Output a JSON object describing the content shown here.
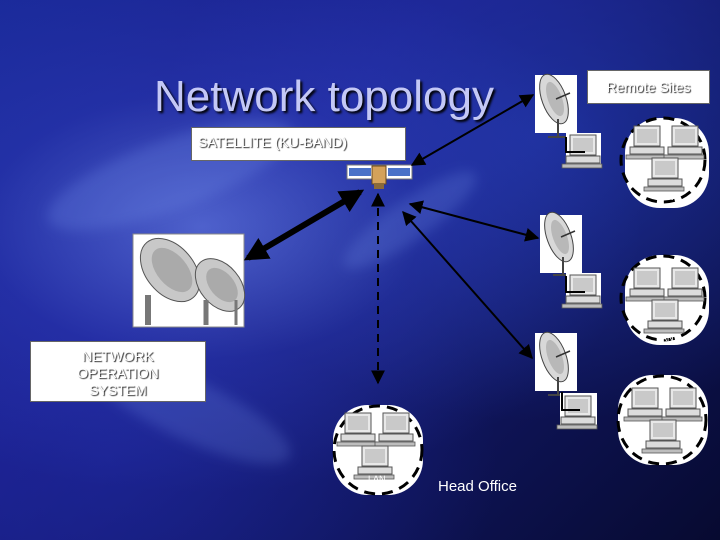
{
  "title": "Network topology",
  "satellite_label": "SATELLITE (KU-BAND)",
  "remote_sites_label": "Remote Sites",
  "network_operation_system": [
    "NETWORK",
    "OPERATION",
    "SYSTEM"
  ],
  "head_office_label": "Head Office",
  "lan_label": "LAN",
  "colors": {
    "background": "#1b1f8a",
    "title_text": "#c4c8f6",
    "box_fill": "#ffffff",
    "ring": "#000000"
  },
  "icons": [
    "satellite-icon",
    "satellite-dish-icon",
    "computer-icon",
    "large-dish-antenna-icon"
  ]
}
